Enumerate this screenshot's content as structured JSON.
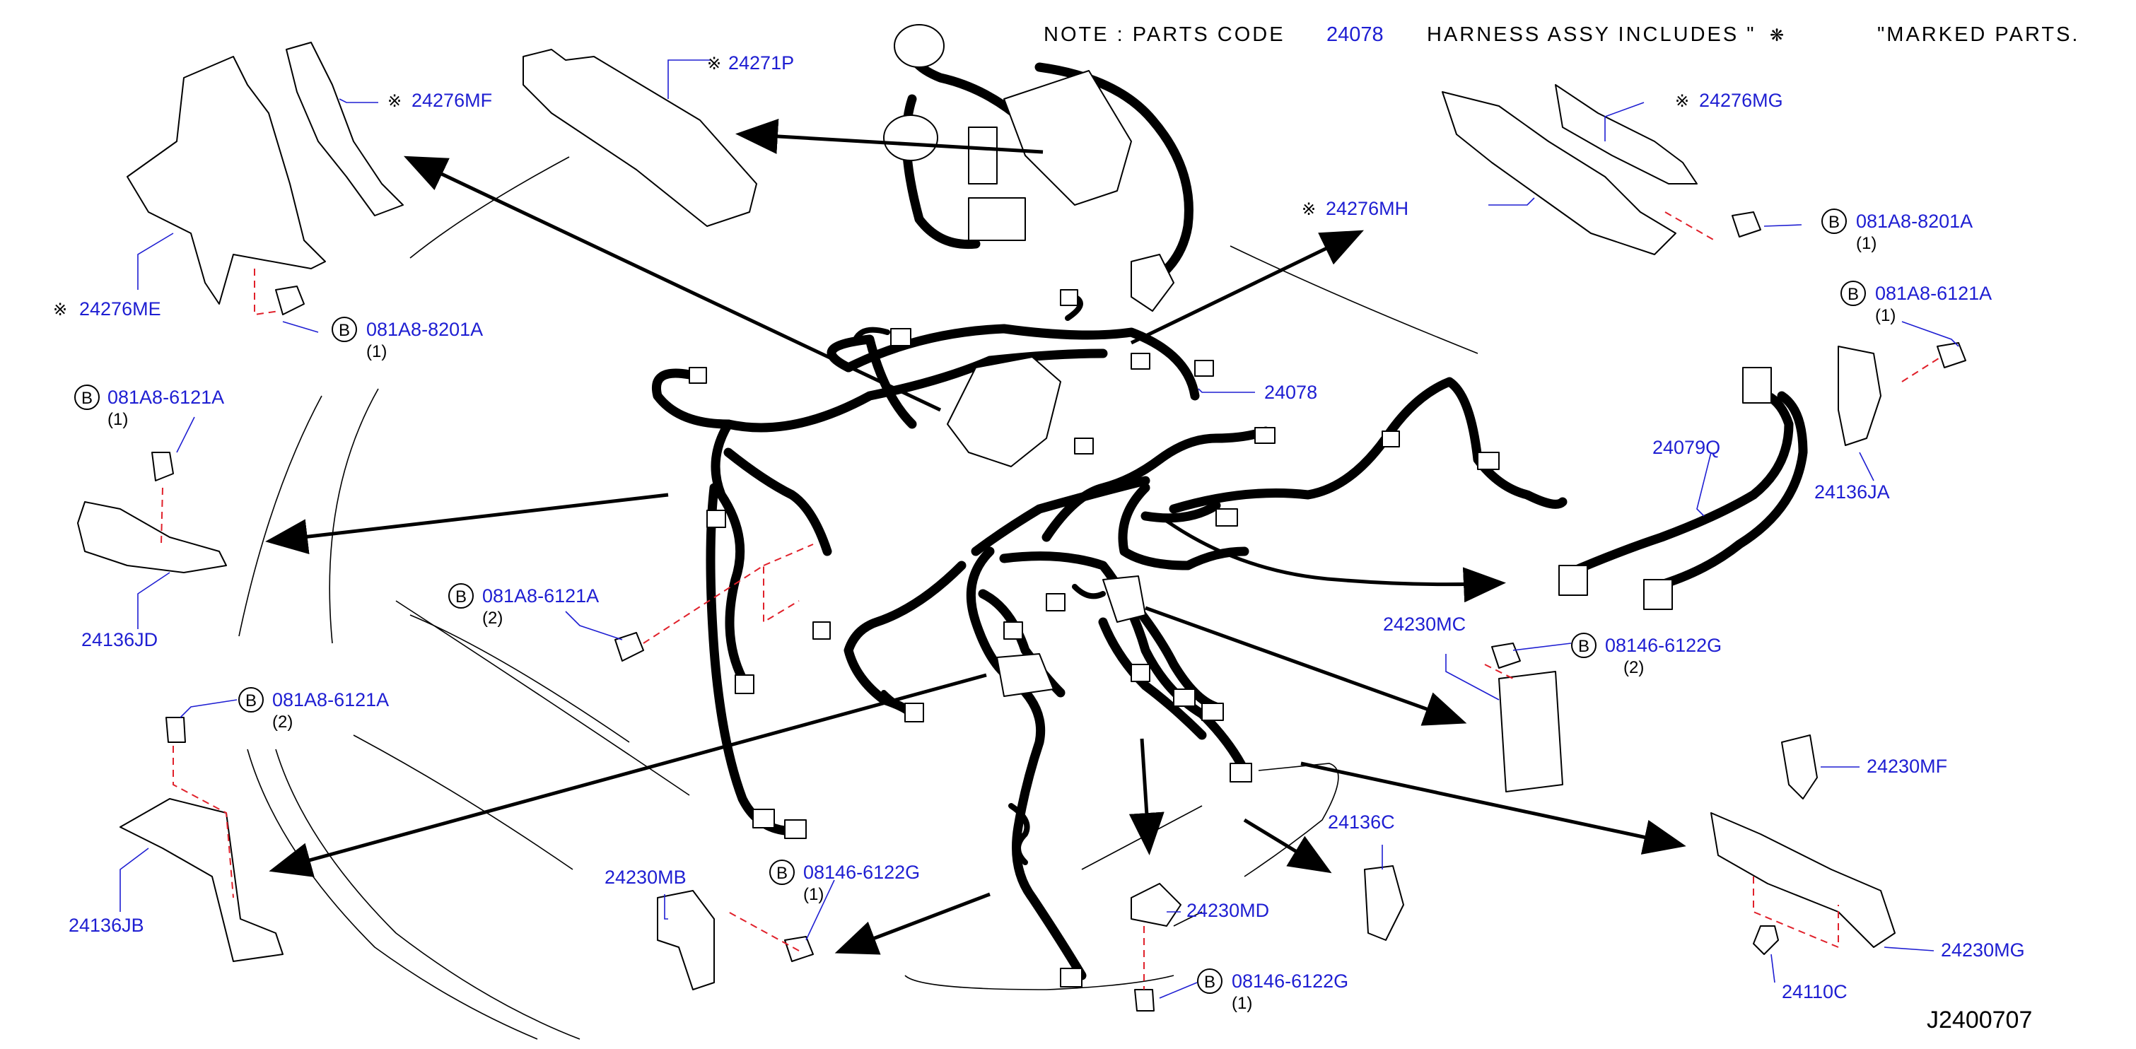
{
  "note": {
    "prefix": "NOTE : PARTS CODE",
    "code": "24078",
    "middle": "HARNESS ASSY   INCLUDES \"",
    "symbol": "❋",
    "suffix": "\"MARKED PARTS."
  },
  "diagram_id": "J2400707",
  "mark_symbol": "※",
  "bolt_badge": "B",
  "labels": {
    "p24271p": "24271P",
    "p24276mf": "24276MF",
    "p24276me": "24276ME",
    "p24276mg": "24276MG",
    "p24276mh": "24276MH",
    "p24078": "24078",
    "p24079q": "24079Q",
    "p24136ja": "24136JA",
    "p24136jd": "24136JD",
    "p24136jb": "24136JB",
    "p24230mc": "24230MC",
    "p24230mb": "24230MB",
    "p24230md": "24230MD",
    "p24136c": "24136C",
    "p24230mf": "24230MF",
    "p24230mg": "24230MG",
    "p24110c": "24110C"
  },
  "bolts": {
    "b_top_left": {
      "code": "081A8-8201A",
      "qty": "(1)"
    },
    "b_top_right": {
      "code": "081A8-8201A",
      "qty": "(1)"
    },
    "b_right_bracket": {
      "code": "081A8-6121A",
      "qty": "(1)"
    },
    "b_left_upper": {
      "code": "081A8-6121A",
      "qty": "(1)"
    },
    "b_center_left": {
      "code": "081A8-6121A",
      "qty": "(2)"
    },
    "b_left_lower": {
      "code": "081A8-6121A",
      "qty": "(2)"
    },
    "b_mc": {
      "code": "08146-6122G",
      "qty": "(2)"
    },
    "b_mb": {
      "code": "08146-6122G",
      "qty": "(1)"
    },
    "b_md": {
      "code": "08146-6122G",
      "qty": "(1)"
    }
  },
  "colors": {
    "callout": "#1e1ed2",
    "dashed_guide": "#e0202a",
    "line": "#000000"
  }
}
